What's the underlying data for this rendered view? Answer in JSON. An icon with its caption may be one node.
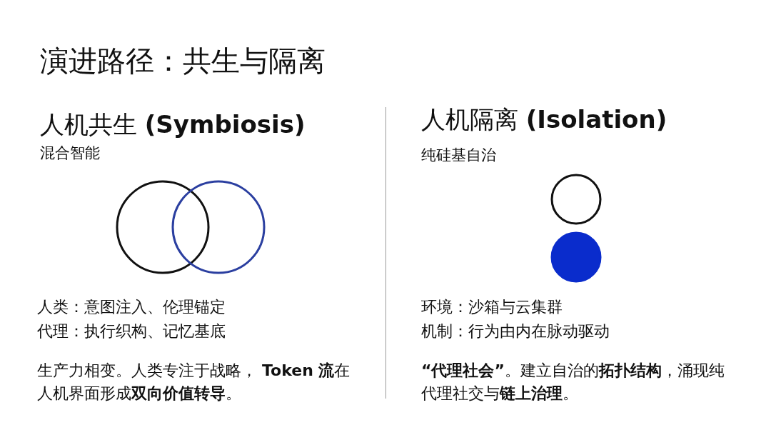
{
  "diagram": {
    "title": "演进路径：共生与隔离",
    "nodes": [
      {
        "text": [],
        "shape": "circle"
      },
      {
        "text": [],
        "shape": "circle"
      },
      {
        "text": [],
        "shape": "circle"
      },
      {
        "text": [],
        "shape": "circle"
      }
    ],
    "edges": [],
    "labels": [
      "人机共生 **(Symbiosis)**",
      "混合智能",
      "人类：意图注入、伦理锚定",
      "代理：执行织构、记忆基底",
      "生产力相变。人类专注于战略， **Token 流**在人机界面形成**双向价值转导**。",
      "人机隔离 **(Isolation)**",
      "纯硅基自治",
      "环境：沙箱与云集群",
      "机制：行为由内在脉动驱动",
      "**“代理社会”**。建立自治的**拓扑结构**，涌现纯代理社交与**链上治理**。"
    ]
  }
}
